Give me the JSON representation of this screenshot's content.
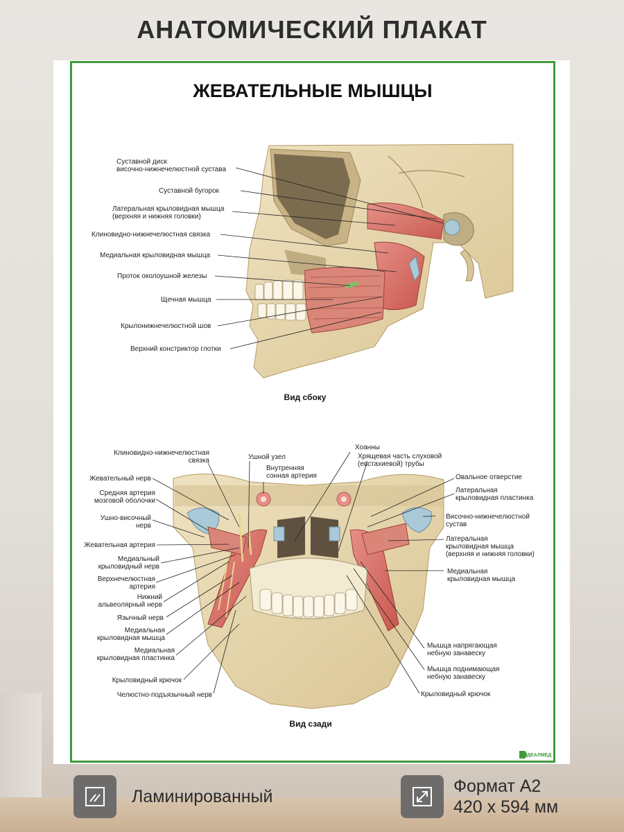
{
  "header": {
    "title": "АНАТОМИЧЕСКИЙ ПЛАКАТ"
  },
  "poster": {
    "title": "ЖЕВАТЕЛЬНЫЕ МЫШЦЫ",
    "brand": "ДЕАЛМЕД",
    "lateral_view": {
      "caption": "Вид сбоку",
      "labels": [
        [
          "Суставной диск",
          "височно-нижнечелюстной сустава"
        ],
        [
          "Суставной бугорок"
        ],
        [
          "Латеральная крыловидная мышца",
          "(верхняя и нижняя головки)"
        ],
        [
          "Клиновидно-нижнечелюстная связка"
        ],
        [
          "Медиальная крыловидная мышца"
        ],
        [
          "Проток околоушной железы"
        ],
        [
          "Щечная мышца"
        ],
        [
          "Крылонижнечелюстной шов"
        ],
        [
          "Верхний констриктор глотки"
        ]
      ]
    },
    "posterior_view": {
      "caption": "Вид сзади",
      "left_labels": [
        [
          "Клиновидно-нижнечелюстная",
          "связка"
        ],
        [
          "Жевательный нерв"
        ],
        [
          "Средняя артерия",
          "мозговой оболочки"
        ],
        [
          "Ушно-височный",
          "нерв"
        ],
        [
          "Жевательная артерия"
        ],
        [
          "Медиальный",
          "крыловидный нерв"
        ],
        [
          "Верхнечелюстная",
          "артерия"
        ],
        [
          "Нижний",
          "альвеолярный нерв"
        ],
        [
          "Язычный нерв"
        ],
        [
          "Медиальная",
          "крыловидная мышца"
        ],
        [
          "Медиальная",
          "крыловидная пластинка"
        ],
        [
          "Крыловидный крючок"
        ],
        [
          "Челюстно-подъязычный нерв"
        ]
      ],
      "top_labels": [
        [
          "Ушной узел"
        ],
        [
          "Внутренняя",
          "сонная артерия"
        ],
        [
          "Хоанны"
        ],
        [
          "Хрящевая часть слуховой",
          "(евстахиевой) трубы"
        ]
      ],
      "right_labels": [
        [
          "Овальное отверстие"
        ],
        [
          "Латеральная",
          "крыловидная пластинка"
        ],
        [
          "Височно-нижнечелюстной",
          "сустав"
        ],
        [
          "Латеральная",
          "крыловидная мышца",
          "(верхняя и нижняя головки)"
        ],
        [
          "Медиальная",
          "крыловидная мышца"
        ],
        [
          "Мышца напрягающая",
          "небную занавеску"
        ],
        [
          "Мышца поднимающая",
          "небную занавеску"
        ],
        [
          "Крыловидный крючок"
        ]
      ]
    }
  },
  "features": {
    "laminated": "Ламинированный",
    "format_line1": "Формат А2",
    "format_line2": "420 x 594 мм"
  }
}
